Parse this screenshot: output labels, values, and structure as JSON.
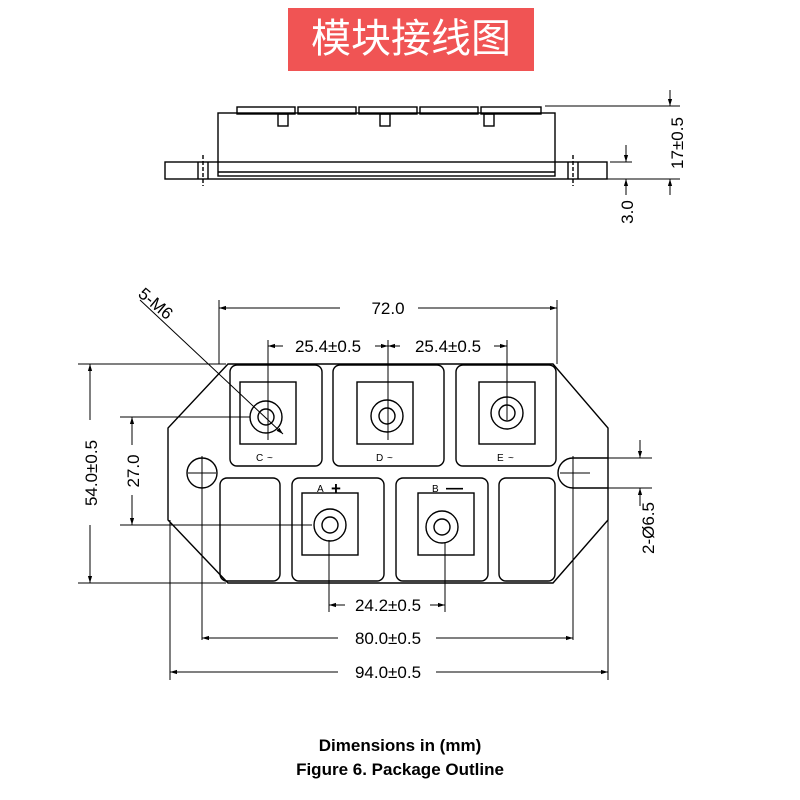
{
  "banner": {
    "title": "模块接线图"
  },
  "side_view": {
    "height_label": "17±0.5",
    "base_label": "3.0"
  },
  "top_view": {
    "width_label": "72.0",
    "pitch_left_label": "25.4±0.5",
    "pitch_right_label": "25.4±0.5",
    "screw_label": "5-M6",
    "height_label": "54.0±0.5",
    "mount_span_label": "27.0",
    "hole_label": "2-Ø6.5",
    "ab_pitch_label": "24.2±0.5",
    "mount_pitch_label": "80.0±0.5",
    "overall_label": "94.0±0.5",
    "terminals": [
      {
        "id": "C",
        "symbol": "~"
      },
      {
        "id": "D",
        "symbol": "~"
      },
      {
        "id": "E",
        "symbol": "~"
      },
      {
        "id": "A",
        "symbol": "+"
      },
      {
        "id": "B",
        "symbol": "—"
      }
    ]
  },
  "caption": {
    "line1": "Dimensions in  (mm)",
    "line2": "Figure 6. Package Outline"
  }
}
